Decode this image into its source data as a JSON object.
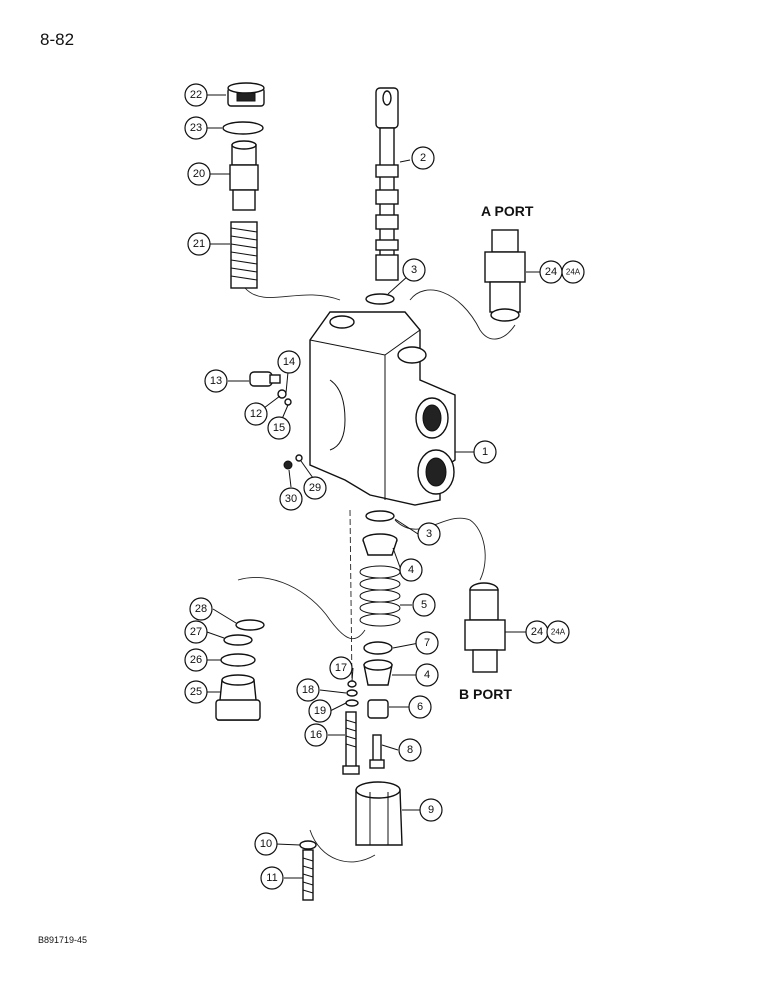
{
  "page_number": "8-82",
  "figure_code": "B891719-45",
  "ports": {
    "a": "A PORT",
    "b": "B PORT"
  },
  "callouts": {
    "c1": "1",
    "c2": "2",
    "c3a": "3",
    "c3b": "3",
    "c4a": "4",
    "c4b": "4",
    "c5": "5",
    "c6": "6",
    "c7": "7",
    "c8": "8",
    "c9": "9",
    "c10": "10",
    "c11": "11",
    "c12": "12",
    "c13": "13",
    "c14": "14",
    "c15": "15",
    "c16": "16",
    "c17": "17",
    "c18": "18",
    "c19": "19",
    "c20": "20",
    "c21": "21",
    "c22": "22",
    "c23": "23",
    "c24a": "24",
    "c24aa": "24A",
    "c24b": "24",
    "c24ba": "24A",
    "c25": "25",
    "c26": "26",
    "c27": "27",
    "c28": "28",
    "c29": "29",
    "c30": "30"
  }
}
